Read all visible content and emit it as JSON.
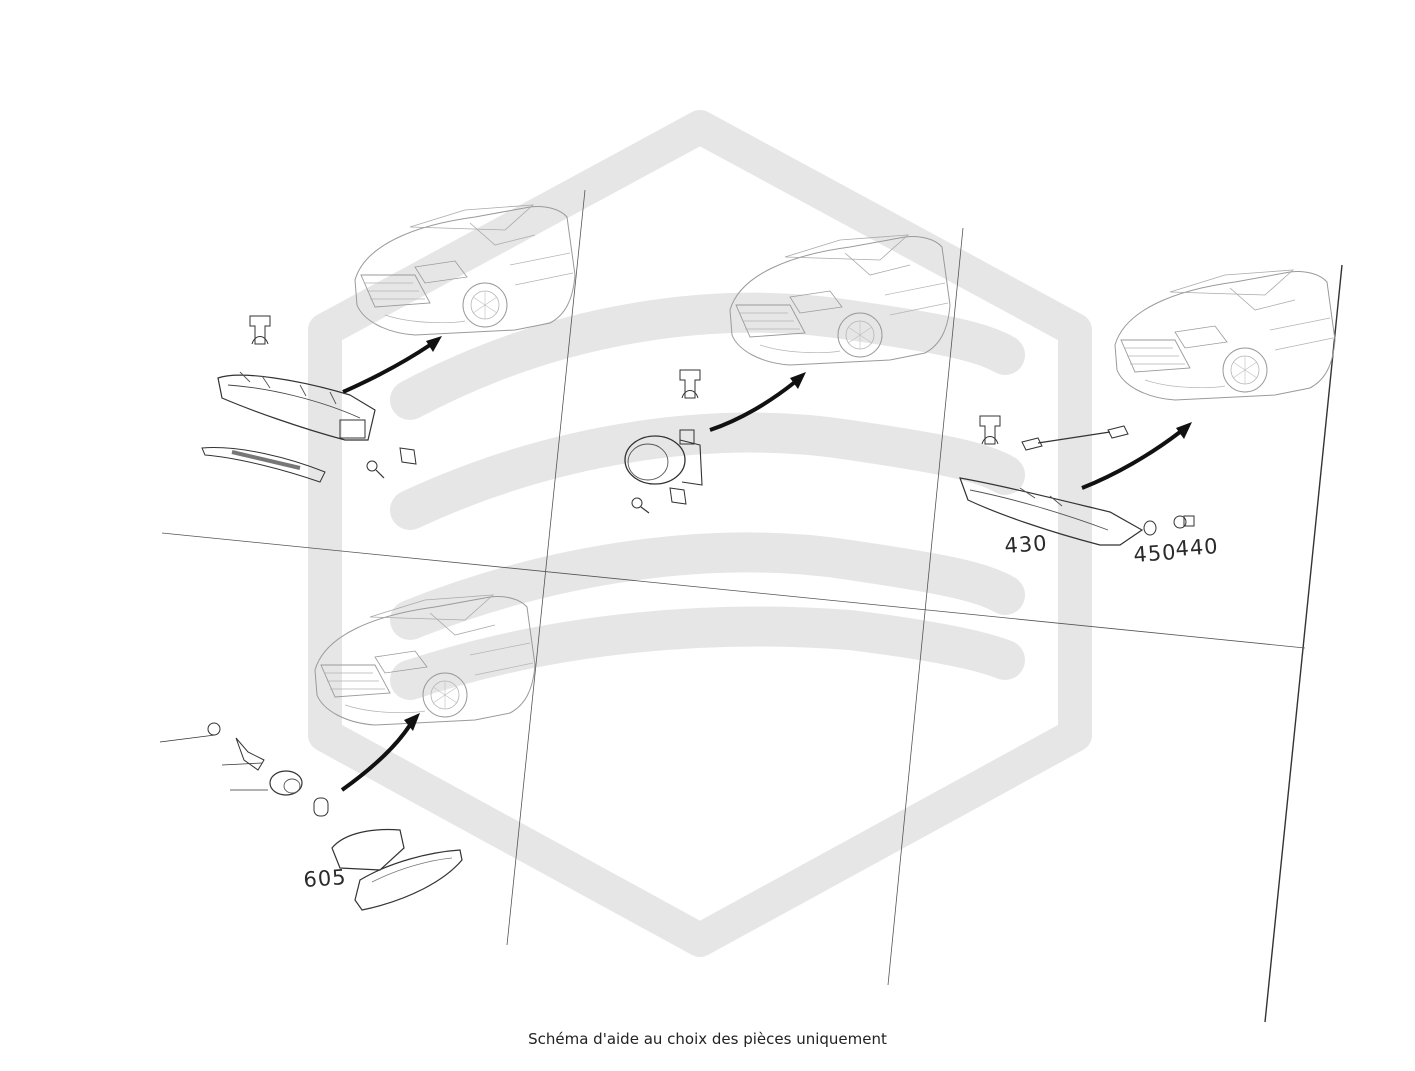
{
  "caption": "Schéma d'aide au choix des pièces uniquement",
  "watermark_color": "#e6e6e6",
  "line_color": "#333333",
  "arrow_color": "#111111",
  "panels": [
    {
      "id": "top-left",
      "labels": []
    },
    {
      "id": "top-center",
      "labels": []
    },
    {
      "id": "top-right",
      "labels": [
        "430",
        "450",
        "440"
      ]
    },
    {
      "id": "bottom-left",
      "labels": [
        "605"
      ]
    }
  ]
}
